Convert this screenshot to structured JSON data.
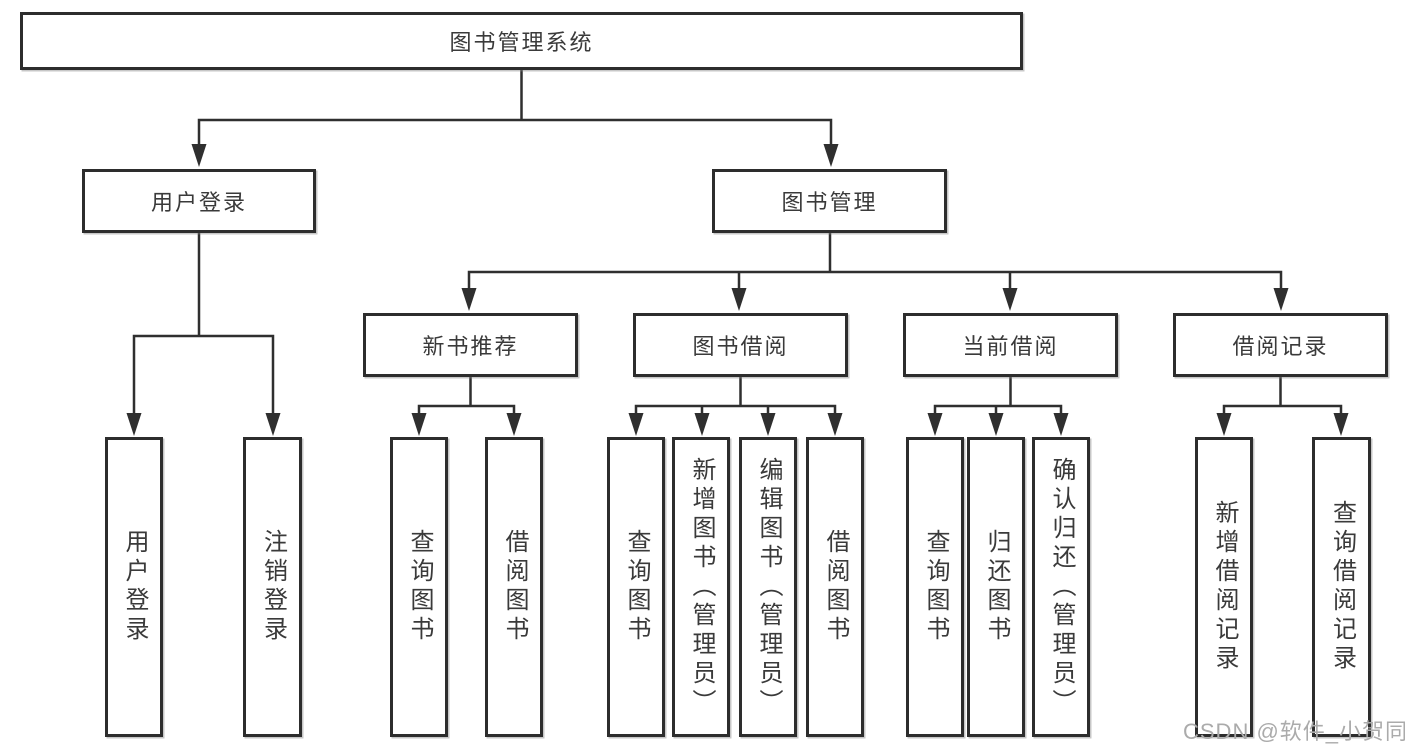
{
  "colors": {
    "background": "#ffffff",
    "line": "#2f2f2f",
    "box_border": "#2d2d2d",
    "text": "#3a3a3a",
    "watermark": "#ababab"
  },
  "tree": {
    "root": "图书管理系统",
    "branches": [
      {
        "label": "用户登录",
        "children": [
          {
            "label": "用户登录"
          },
          {
            "label": "注销登录"
          }
        ]
      },
      {
        "label": "图书管理",
        "children": [
          {
            "label": "新书推荐",
            "children": [
              {
                "label": "查询图书"
              },
              {
                "label": "借阅图书"
              }
            ]
          },
          {
            "label": "图书借阅",
            "children": [
              {
                "label": "查询图书"
              },
              {
                "label": "新增图书（管理员）"
              },
              {
                "label": "编辑图书（管理员）"
              },
              {
                "label": "借阅图书"
              }
            ]
          },
          {
            "label": "当前借阅",
            "children": [
              {
                "label": "查询图书"
              },
              {
                "label": "归还图书"
              },
              {
                "label": "确认归还（管理员）"
              }
            ]
          },
          {
            "label": "借阅记录",
            "children": [
              {
                "label": "新增借阅记录"
              },
              {
                "label": "查询借阅记录"
              }
            ]
          }
        ]
      }
    ]
  },
  "watermark": {
    "text": "CSDN @软件_小贺同学"
  }
}
